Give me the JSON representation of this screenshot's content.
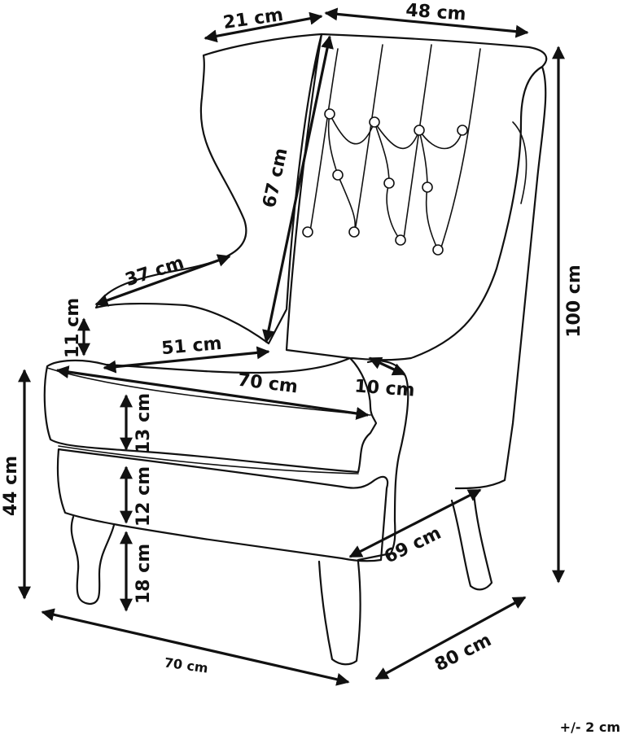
{
  "dimensions": {
    "wing_depth": "21 cm",
    "back_width": "48 cm",
    "back_height": "67 cm",
    "total_height": "100 cm",
    "arm_length": "37 cm",
    "arm_height": "11 cm",
    "seat_depth": "51 cm",
    "seat_width": "70 cm",
    "arm_width": "10 cm",
    "cushion_height": "13 cm",
    "seat_height": "44 cm",
    "base_height": "12 cm",
    "leg_height": "18 cm",
    "front_width": "69 cm",
    "overall_width": "70 cm",
    "overall_depth": "80 cm"
  },
  "tolerance": "+/- 2 cm",
  "colors": {
    "line": "#111111",
    "background": "#ffffff"
  }
}
